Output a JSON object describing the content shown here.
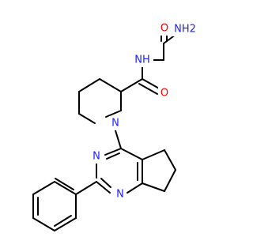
{
  "molecule": {
    "atoms": [
      {
        "id": "n_amide_nh2",
        "symbol": "N",
        "label": "NH2",
        "color": "#2020ff"
      },
      {
        "id": "o_amide1",
        "symbol": "O",
        "label": "O",
        "color": "#ff0000"
      },
      {
        "id": "n_amide_nh",
        "symbol": "N",
        "label": "NH",
        "color": "#2020ff"
      },
      {
        "id": "o_amide2",
        "symbol": "O",
        "label": "O",
        "color": "#ff0000"
      },
      {
        "id": "n_piperidine",
        "symbol": "N",
        "label": "N",
        "color": "#2020ff"
      },
      {
        "id": "n_pyrimidine_top",
        "symbol": "N",
        "label": "N",
        "color": "#2020ff"
      },
      {
        "id": "n_pyrimidine_bottom",
        "symbol": "N",
        "label": "N",
        "color": "#2020ff"
      }
    ],
    "bond_color": "#000000"
  }
}
